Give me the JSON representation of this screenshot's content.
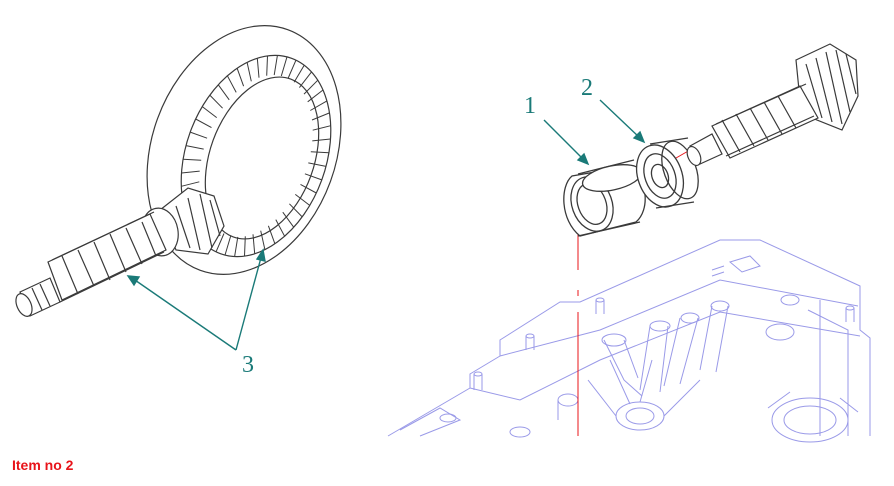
{
  "callouts": {
    "one": "1",
    "two": "2",
    "three": "3"
  },
  "caption": {
    "text": "Item no 2"
  },
  "colors": {
    "callout": "#1a7a78",
    "caption": "#e8141a",
    "gear_line": "#3a3a3a",
    "housing_line": "#9a9ae8",
    "axis_line": "#e8141a"
  }
}
